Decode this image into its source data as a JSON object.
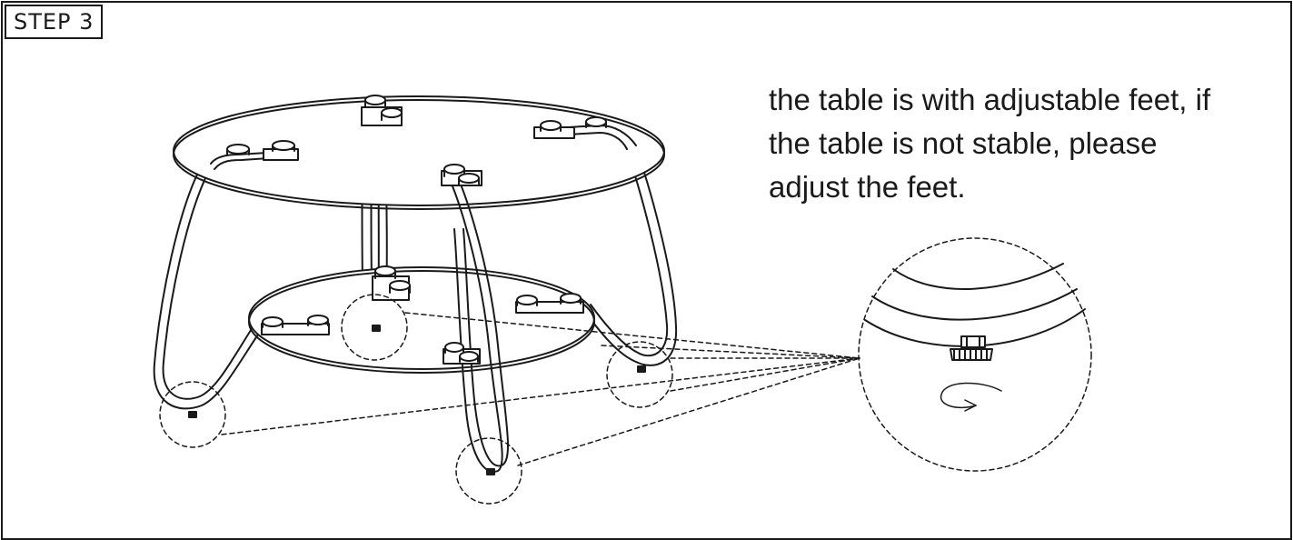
{
  "step": {
    "label": "STEP  3"
  },
  "instructions": {
    "lines": [
      "the table is with adjustable feet, if",
      "the table is not stable, please",
      "adjust the feet."
    ]
  },
  "icons": {
    "table": "side-table-icon",
    "magnifier": "adjustable-foot-detail-icon",
    "rotate": "rotate-arrow-icon"
  },
  "colors": {
    "line": "#1a1a1a",
    "background": "#ffffff"
  }
}
